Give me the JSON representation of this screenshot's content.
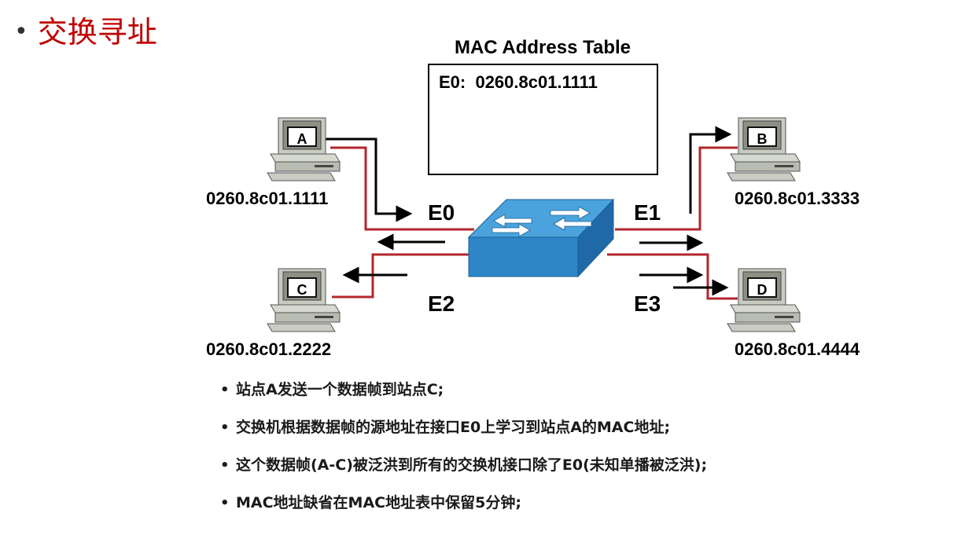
{
  "title": "交换寻址",
  "title_bullet": "•",
  "mac_table": {
    "heading": "MAC Address Table",
    "entries": [
      "E0:  0260.8c01.1111"
    ]
  },
  "hosts": {
    "a": {
      "label": "A",
      "mac": "0260.8c01.1111"
    },
    "b": {
      "label": "B",
      "mac": "0260.8c01.3333"
    },
    "c": {
      "label": "C",
      "mac": "0260.8c01.2222"
    },
    "d": {
      "label": "D",
      "mac": "0260.8c01.4444"
    }
  },
  "ports": {
    "e0": "E0",
    "e1": "E1",
    "e2": "E2",
    "e3": "E3"
  },
  "colors": {
    "title": "#c00000",
    "link": "#b3262c",
    "switch_top": "#4aa3dc",
    "switch_front": "#2e86c9",
    "switch_side": "#1f6aa6",
    "arrow": "#000000",
    "pc_body": "#b8bcb2"
  },
  "bullets": [
    "站点A发送一个数据帧到站点C;",
    "交换机根据数据帧的源地址在接口E0上学习到站点A的MAC地址;",
    "这个数据帧(A-C)被泛洪到所有的交换机接口除了E0(未知单播被泛洪);",
    "MAC地址缺省在MAC地址表中保留5分钟;"
  ]
}
